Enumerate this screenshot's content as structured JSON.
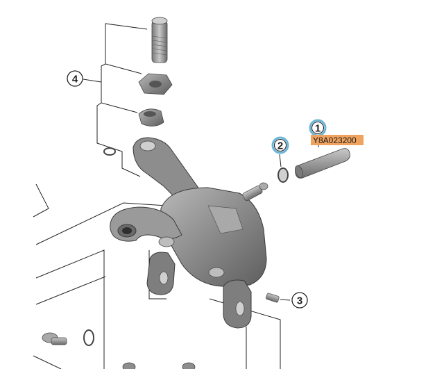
{
  "callouts": [
    {
      "number": "1",
      "highlighted": true
    },
    {
      "number": "2",
      "highlighted": true
    },
    {
      "number": "3",
      "highlighted": false
    },
    {
      "number": "4",
      "highlighted": false
    }
  ],
  "part_code": "Y8A023200",
  "colors": {
    "part_fill": "#8c8c8c",
    "part_dark": "#5f5f5f",
    "part_light": "#b4b4b4",
    "outline": "#333333",
    "code_highlight": "#f0a35e",
    "circle_highlight": "#9fd3e8"
  }
}
